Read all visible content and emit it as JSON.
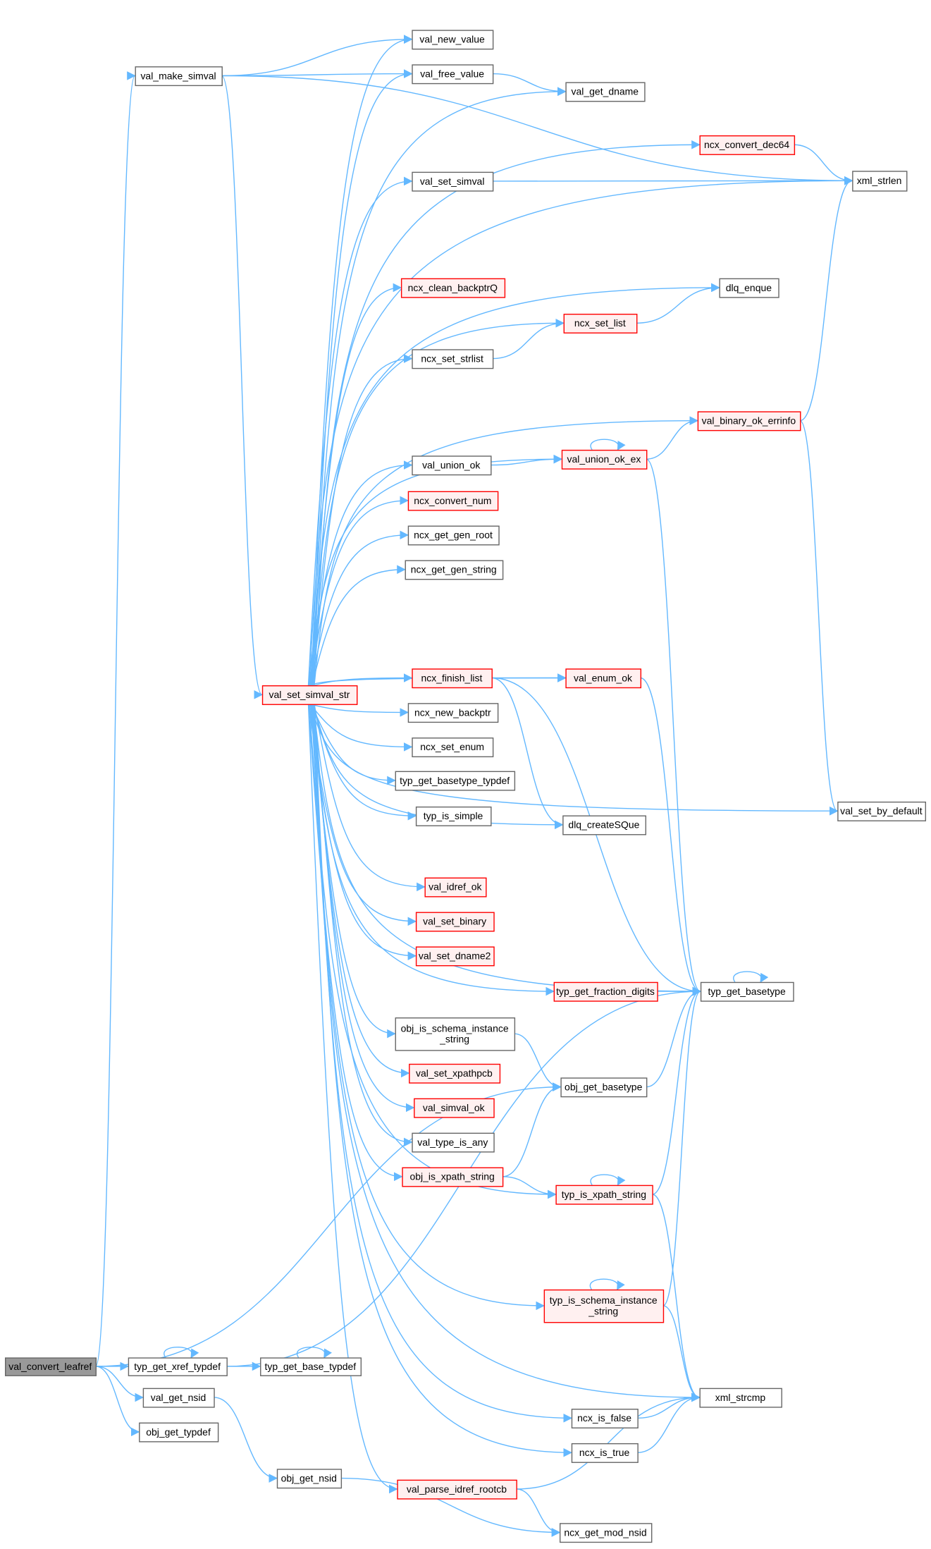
{
  "colors": {
    "edge": "#63b8ff",
    "node_border": "#666666",
    "highlight_border": "#ff0000",
    "highlight_fill": "#fff0f0",
    "root_fill": "#999999"
  },
  "nodes": [
    {
      "id": "val_make_simval",
      "lines": [
        "val_make_simval"
      ],
      "style": "normal"
    },
    {
      "id": "val_new_value",
      "lines": [
        "val_new_value"
      ],
      "style": "normal"
    },
    {
      "id": "val_free_value",
      "lines": [
        "val_free_value"
      ],
      "style": "normal"
    },
    {
      "id": "val_get_dname",
      "lines": [
        "val_get_dname"
      ],
      "style": "normal"
    },
    {
      "id": "ncx_convert_dec64",
      "lines": [
        "ncx_convert_dec64"
      ],
      "style": "red"
    },
    {
      "id": "xml_strlen",
      "lines": [
        "xml_strlen"
      ],
      "style": "normal"
    },
    {
      "id": "val_set_simval",
      "lines": [
        "val_set_simval"
      ],
      "style": "normal"
    },
    {
      "id": "dlq_enque",
      "lines": [
        "dlq_enque"
      ],
      "style": "normal"
    },
    {
      "id": "ncx_clean_backptrQ",
      "lines": [
        "ncx_clean_backptrQ"
      ],
      "style": "red"
    },
    {
      "id": "ncx_set_list",
      "lines": [
        "ncx_set_list"
      ],
      "style": "red"
    },
    {
      "id": "ncx_set_strlist",
      "lines": [
        "ncx_set_strlist"
      ],
      "style": "normal"
    },
    {
      "id": "val_binary_ok_errinfo",
      "lines": [
        "val_binary_ok_errinfo"
      ],
      "style": "red"
    },
    {
      "id": "val_union_ok",
      "lines": [
        "val_union_ok"
      ],
      "style": "normal"
    },
    {
      "id": "val_union_ok_ex",
      "lines": [
        "val_union_ok_ex"
      ],
      "style": "red"
    },
    {
      "id": "ncx_convert_num",
      "lines": [
        "ncx_convert_num"
      ],
      "style": "red"
    },
    {
      "id": "ncx_get_gen_root",
      "lines": [
        "ncx_get_gen_root"
      ],
      "style": "normal"
    },
    {
      "id": "ncx_get_gen_string",
      "lines": [
        "ncx_get_gen_string"
      ],
      "style": "normal"
    },
    {
      "id": "ncx_finish_list",
      "lines": [
        "ncx_finish_list"
      ],
      "style": "red"
    },
    {
      "id": "val_enum_ok",
      "lines": [
        "val_enum_ok"
      ],
      "style": "red"
    },
    {
      "id": "val_set_simval_str",
      "lines": [
        "val_set_simval_str"
      ],
      "style": "red"
    },
    {
      "id": "ncx_new_backptr",
      "lines": [
        "ncx_new_backptr"
      ],
      "style": "normal"
    },
    {
      "id": "ncx_set_enum",
      "lines": [
        "ncx_set_enum"
      ],
      "style": "normal"
    },
    {
      "id": "typ_get_basetype_typdef",
      "lines": [
        "typ_get_basetype_typdef"
      ],
      "style": "normal"
    },
    {
      "id": "val_set_by_default",
      "lines": [
        "val_set_by_default"
      ],
      "style": "normal"
    },
    {
      "id": "typ_is_simple",
      "lines": [
        "typ_is_simple"
      ],
      "style": "normal"
    },
    {
      "id": "dlq_createSQue",
      "lines": [
        "dlq_createSQue"
      ],
      "style": "normal"
    },
    {
      "id": "val_idref_ok",
      "lines": [
        "val_idref_ok"
      ],
      "style": "red"
    },
    {
      "id": "val_set_binary",
      "lines": [
        "val_set_binary"
      ],
      "style": "red"
    },
    {
      "id": "val_set_dname2",
      "lines": [
        "val_set_dname2"
      ],
      "style": "red"
    },
    {
      "id": "typ_get_fraction_digits",
      "lines": [
        "typ_get_fraction_digits"
      ],
      "style": "red"
    },
    {
      "id": "typ_get_basetype",
      "lines": [
        "typ_get_basetype"
      ],
      "style": "normal"
    },
    {
      "id": "obj_is_schema_instance_string",
      "lines": [
        "obj_is_schema_instance",
        "_string"
      ],
      "style": "normal"
    },
    {
      "id": "val_set_xpathpcb",
      "lines": [
        "val_set_xpathpcb"
      ],
      "style": "red"
    },
    {
      "id": "obj_get_basetype",
      "lines": [
        "obj_get_basetype"
      ],
      "style": "normal"
    },
    {
      "id": "val_simval_ok",
      "lines": [
        "val_simval_ok"
      ],
      "style": "red"
    },
    {
      "id": "val_type_is_any",
      "lines": [
        "val_type_is_any"
      ],
      "style": "normal"
    },
    {
      "id": "obj_is_xpath_string",
      "lines": [
        "obj_is_xpath_string"
      ],
      "style": "red"
    },
    {
      "id": "typ_is_xpath_string",
      "lines": [
        "typ_is_xpath_string"
      ],
      "style": "red"
    },
    {
      "id": "typ_is_schema_instance_string",
      "lines": [
        "typ_is_schema_instance",
        "_string"
      ],
      "style": "red"
    },
    {
      "id": "val_convert_leafref",
      "lines": [
        "val_convert_leafref"
      ],
      "style": "root"
    },
    {
      "id": "typ_get_xref_typdef",
      "lines": [
        "typ_get_xref_typdef"
      ],
      "style": "normal"
    },
    {
      "id": "typ_get_base_typdef",
      "lines": [
        "typ_get_base_typdef"
      ],
      "style": "normal"
    },
    {
      "id": "val_get_nsid",
      "lines": [
        "val_get_nsid"
      ],
      "style": "normal"
    },
    {
      "id": "xml_strcmp",
      "lines": [
        "xml_strcmp"
      ],
      "style": "normal"
    },
    {
      "id": "ncx_is_false",
      "lines": [
        "ncx_is_false"
      ],
      "style": "normal"
    },
    {
      "id": "obj_get_typdef",
      "lines": [
        "obj_get_typdef"
      ],
      "style": "normal"
    },
    {
      "id": "ncx_is_true",
      "lines": [
        "ncx_is_true"
      ],
      "style": "normal"
    },
    {
      "id": "obj_get_nsid",
      "lines": [
        "obj_get_nsid"
      ],
      "style": "normal"
    },
    {
      "id": "val_parse_idref_rootcb",
      "lines": [
        "val_parse_idref_rootcb"
      ],
      "style": "red"
    },
    {
      "id": "ncx_get_mod_nsid",
      "lines": [
        "ncx_get_mod_nsid"
      ],
      "style": "normal"
    }
  ],
  "edges": [
    [
      "val_convert_leafref",
      "val_make_simval"
    ],
    [
      "val_convert_leafref",
      "obj_get_basetype"
    ],
    [
      "val_convert_leafref",
      "typ_get_xref_typdef"
    ],
    [
      "val_convert_leafref",
      "val_get_nsid"
    ],
    [
      "val_convert_leafref",
      "obj_get_typdef"
    ],
    [
      "val_make_simval",
      "xml_strlen"
    ],
    [
      "val_make_simval",
      "val_new_value"
    ],
    [
      "val_make_simval",
      "val_free_value"
    ],
    [
      "val_make_simval",
      "val_set_simval_str"
    ],
    [
      "val_free_value",
      "val_get_dname"
    ],
    [
      "val_set_simval_str",
      "val_new_value"
    ],
    [
      "val_set_simval_str",
      "val_free_value"
    ],
    [
      "val_set_simval_str",
      "val_get_dname"
    ],
    [
      "val_set_simval_str",
      "ncx_convert_dec64"
    ],
    [
      "val_set_simval_str",
      "val_set_simval"
    ],
    [
      "val_set_simval_str",
      "xml_strlen"
    ],
    [
      "val_set_simval_str",
      "dlq_enque"
    ],
    [
      "val_set_simval_str",
      "ncx_clean_backptrQ"
    ],
    [
      "val_set_simval_str",
      "ncx_set_list"
    ],
    [
      "val_set_simval_str",
      "ncx_set_strlist"
    ],
    [
      "val_set_simval_str",
      "val_binary_ok_errinfo"
    ],
    [
      "val_set_simval_str",
      "val_union_ok_ex"
    ],
    [
      "val_set_simval_str",
      "val_union_ok"
    ],
    [
      "val_set_simval_str",
      "ncx_convert_num"
    ],
    [
      "val_set_simval_str",
      "ncx_get_gen_root"
    ],
    [
      "val_set_simval_str",
      "ncx_get_gen_string"
    ],
    [
      "val_set_simval_str",
      "typ_get_basetype"
    ],
    [
      "val_set_simval_str",
      "ncx_finish_list"
    ],
    [
      "val_set_simval_str",
      "val_enum_ok"
    ],
    [
      "val_set_simval_str",
      "ncx_new_backptr"
    ],
    [
      "val_set_simval_str",
      "ncx_set_enum"
    ],
    [
      "val_set_simval_str",
      "typ_get_basetype_typdef"
    ],
    [
      "val_set_simval_str",
      "typ_is_simple"
    ],
    [
      "val_set_simval_str",
      "dlq_createSQue"
    ],
    [
      "val_set_simval_str",
      "val_idref_ok"
    ],
    [
      "val_set_simval_str",
      "val_set_binary"
    ],
    [
      "val_set_simval_str",
      "val_set_dname2"
    ],
    [
      "val_set_simval_str",
      "typ_get_fraction_digits"
    ],
    [
      "val_set_simval_str",
      "obj_is_schema_instance_string"
    ],
    [
      "val_set_simval_str",
      "val_set_xpathpcb"
    ],
    [
      "val_set_simval_str",
      "val_simval_ok"
    ],
    [
      "val_set_simval_str",
      "val_type_is_any"
    ],
    [
      "val_set_simval_str",
      "obj_is_xpath_string"
    ],
    [
      "val_set_simval_str",
      "typ_is_xpath_string"
    ],
    [
      "val_set_simval_str",
      "val_set_by_default"
    ],
    [
      "val_set_simval_str",
      "typ_is_schema_instance_string"
    ],
    [
      "val_set_simval_str",
      "xml_strcmp"
    ],
    [
      "val_set_simval_str",
      "ncx_is_false"
    ],
    [
      "val_set_simval_str",
      "ncx_is_true"
    ],
    [
      "val_set_simval_str",
      "val_parse_idref_rootcb"
    ],
    [
      "ncx_convert_dec64",
      "xml_strlen"
    ],
    [
      "val_set_simval",
      "xml_strlen"
    ],
    [
      "ncx_set_list",
      "dlq_enque"
    ],
    [
      "ncx_set_strlist",
      "ncx_set_list"
    ],
    [
      "val_binary_ok_errinfo",
      "xml_strlen"
    ],
    [
      "val_binary_ok_errinfo",
      "val_set_by_default"
    ],
    [
      "val_union_ok",
      "val_union_ok_ex"
    ],
    [
      "val_union_ok_ex",
      "val_union_ok_ex"
    ],
    [
      "val_union_ok_ex",
      "val_binary_ok_errinfo"
    ],
    [
      "val_union_ok_ex",
      "typ_get_basetype"
    ],
    [
      "ncx_finish_list",
      "val_enum_ok"
    ],
    [
      "ncx_finish_list",
      "dlq_createSQue"
    ],
    [
      "ncx_finish_list",
      "typ_get_basetype"
    ],
    [
      "val_enum_ok",
      "typ_get_basetype"
    ],
    [
      "typ_get_fraction_digits",
      "typ_get_basetype"
    ],
    [
      "typ_get_basetype",
      "typ_get_basetype"
    ],
    [
      "obj_is_schema_instance_string",
      "obj_get_basetype"
    ],
    [
      "obj_get_basetype",
      "typ_get_basetype"
    ],
    [
      "obj_is_xpath_string",
      "obj_get_basetype"
    ],
    [
      "obj_is_xpath_string",
      "typ_is_xpath_string"
    ],
    [
      "typ_is_xpath_string",
      "typ_is_xpath_string"
    ],
    [
      "typ_is_xpath_string",
      "typ_get_basetype"
    ],
    [
      "typ_is_xpath_string",
      "xml_strcmp"
    ],
    [
      "typ_is_schema_instance_string",
      "typ_is_schema_instance_string"
    ],
    [
      "typ_is_schema_instance_string",
      "typ_get_basetype"
    ],
    [
      "typ_is_schema_instance_string",
      "xml_strcmp"
    ],
    [
      "typ_get_xref_typdef",
      "typ_get_xref_typdef"
    ],
    [
      "typ_get_xref_typdef",
      "typ_get_base_typdef"
    ],
    [
      "typ_get_xref_typdef",
      "typ_get_basetype"
    ],
    [
      "typ_get_base_typdef",
      "typ_get_base_typdef"
    ],
    [
      "val_get_nsid",
      "obj_get_nsid"
    ],
    [
      "obj_get_nsid",
      "ncx_get_mod_nsid"
    ],
    [
      "ncx_is_false",
      "xml_strcmp"
    ],
    [
      "ncx_is_true",
      "xml_strcmp"
    ],
    [
      "val_parse_idref_rootcb",
      "xml_strcmp"
    ],
    [
      "val_parse_idref_rootcb",
      "ncx_get_mod_nsid"
    ]
  ]
}
